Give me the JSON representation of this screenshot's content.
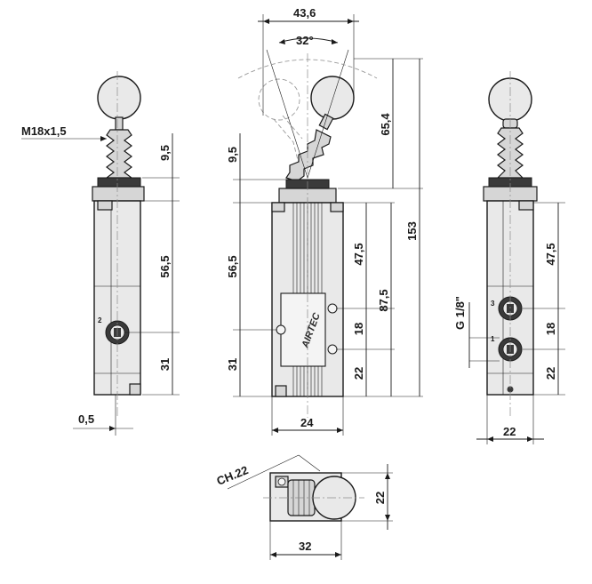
{
  "dimensions": {
    "width_top": "43,6",
    "angle": "32°",
    "thread": "M18x1,5",
    "collar_left": "9,5",
    "collar_center": "9,5",
    "lever_height": "65,4",
    "total_height": "153",
    "body_left": "56,5",
    "body_center": "56,5",
    "upper_right_center": "47,5",
    "upper_right_right": "47,5",
    "port_height": "87,5",
    "port_gap_center": "18",
    "port_gap_right": "18",
    "bottom_left": "31",
    "bottom_center": "31",
    "bottom_port_center": "22",
    "bottom_port_right": "22",
    "offset": "0,5",
    "body_width_center": "24",
    "body_width_right": "22",
    "port_thread": "G 1/8\"",
    "wrench": "CH.22",
    "plan_height": "22",
    "plan_width": "32"
  },
  "port_labels": {
    "left": "2",
    "right_top": "3",
    "right_bottom": "1"
  },
  "brand": "AIRTEC"
}
